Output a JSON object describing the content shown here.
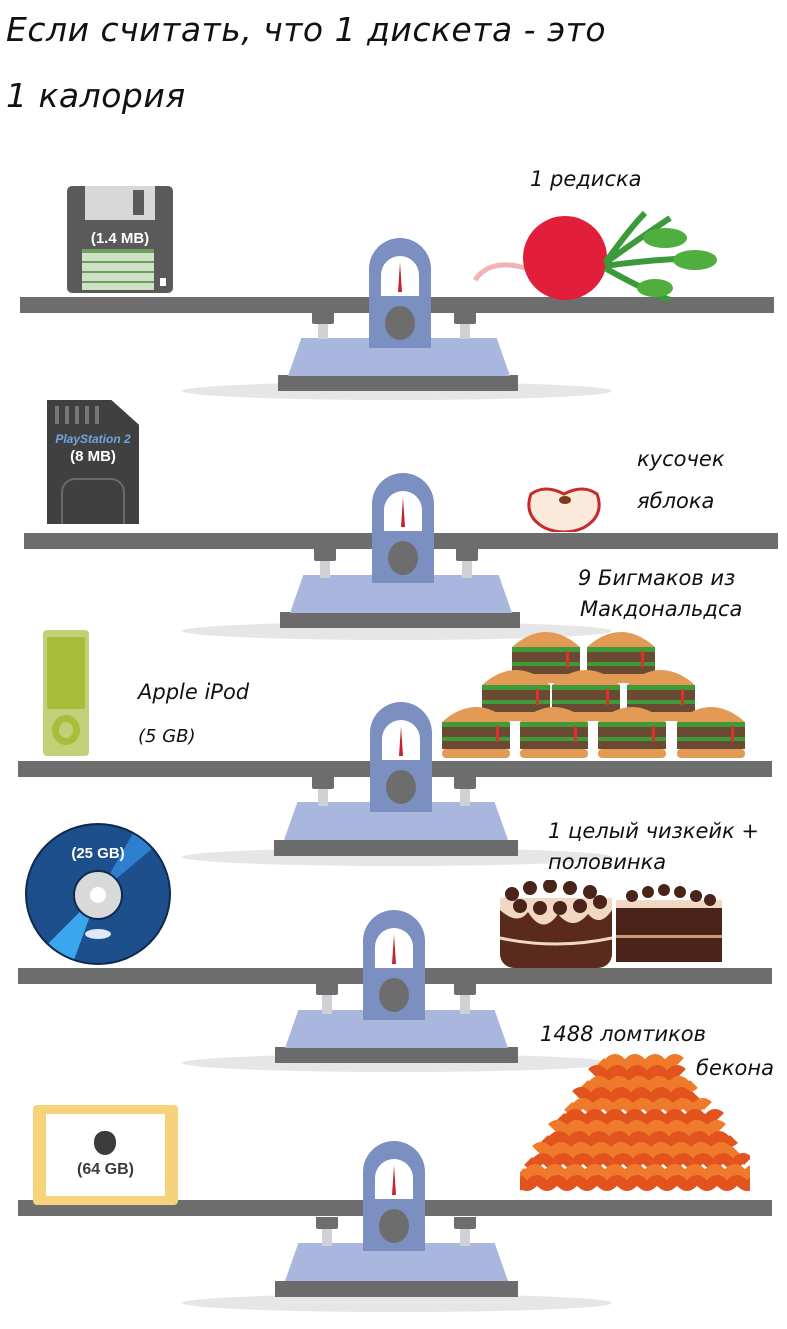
{
  "title": {
    "line1": "Если считать, что 1 дискета - это",
    "line2": "1 калория"
  },
  "comparisons": [
    {
      "device": {
        "icon": "floppy-disk-icon",
        "capacity": "(1.4 MB)"
      },
      "food": {
        "icon": "radish-icon",
        "label_lines": [
          "1 редиска"
        ]
      }
    },
    {
      "device": {
        "icon": "memory-card-icon",
        "brand": "PlayStation 2",
        "capacity": "(8 MB)"
      },
      "food": {
        "icon": "apple-slice-icon",
        "label_lines": [
          "кусочек",
          "яблока"
        ]
      }
    },
    {
      "device": {
        "icon": "ipod-icon",
        "name": "Apple iPod",
        "capacity": "(5 GB)"
      },
      "food": {
        "icon": "burgers-icon",
        "label_lines": [
          "9 Бигмаков из",
          "Макдональдса"
        ]
      }
    },
    {
      "device": {
        "icon": "bluray-disc-icon",
        "capacity": "(25 GB)"
      },
      "food": {
        "icon": "cheesecake-icon",
        "label_lines": [
          "1 целый чизкейк +",
          "половинка"
        ]
      }
    },
    {
      "device": {
        "icon": "ipad-icon",
        "capacity": "(64 GB)"
      },
      "food": {
        "icon": "bacon-pile-icon",
        "label_lines": [
          "1488 ломтиков",
          "бекона"
        ]
      }
    }
  ],
  "colors": {
    "beam": "#6d6d6d",
    "scale_arch": "#7b8fc1",
    "scale_base": "#a9b6dd",
    "needle": "#c1272d",
    "floppy": "#5a5a5a",
    "ipod": "#b5c85a",
    "bluray": "#1d4f8c",
    "ipad": "#f6d27a",
    "bacon": "#e2531e"
  }
}
